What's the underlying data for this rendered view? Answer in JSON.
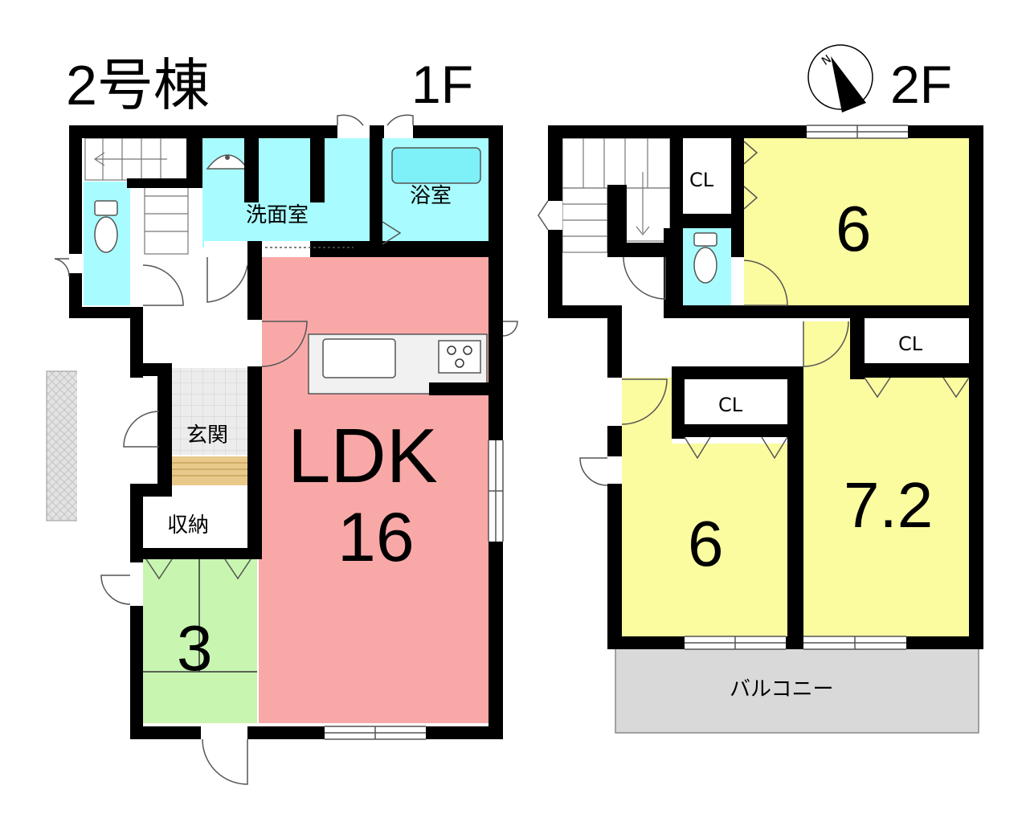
{
  "title": "2号棟",
  "floors": {
    "first": {
      "label": "1F",
      "rooms": {
        "washroom": "洗面室",
        "bathroom": "浴室",
        "ldk": "LDK",
        "ldk_size": "16",
        "entrance": "玄関",
        "storage": "収納",
        "japanese_room_size": "3"
      }
    },
    "second": {
      "label": "2F",
      "rooms": {
        "closet_1": "CL",
        "closet_2": "CL",
        "closet_3": "CL",
        "bedroom_ne_size": "6",
        "bedroom_sw_size": "6",
        "bedroom_se_size": "7.2",
        "balcony": "バルコニー"
      }
    }
  },
  "compass": {
    "north_label": "N"
  },
  "colors": {
    "wall": "#000000",
    "wet_area": "#a8fcff",
    "ldk": "#f9a8a8",
    "japanese_room": "#c8f5b0",
    "bedroom": "#fbfba0",
    "balcony": "#d9d9d9",
    "porch": "#e0e0e0",
    "entrance_step": "#e9c98a"
  }
}
